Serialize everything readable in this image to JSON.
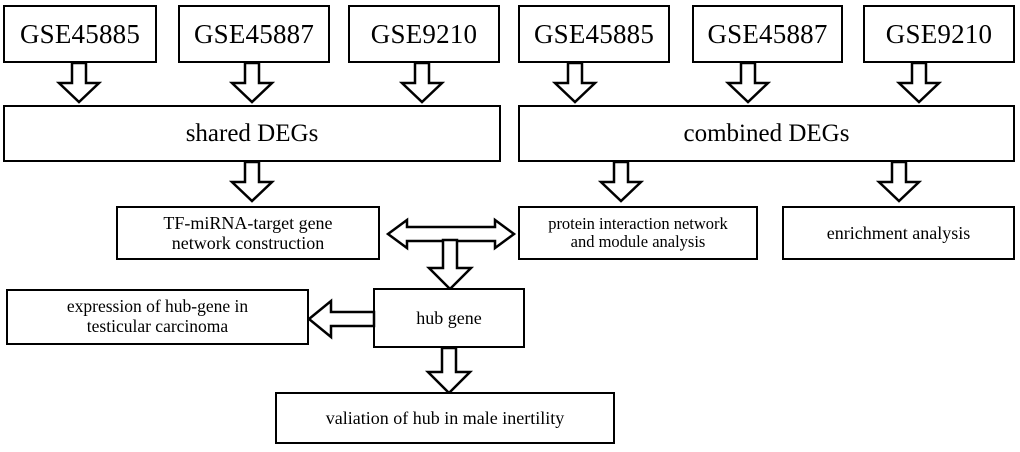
{
  "diagram": {
    "title": "Study workflow flowchart",
    "background_color": "#ffffff",
    "line_color": "#000000",
    "row1_datasets_left": [
      {
        "label": "GSE45885"
      },
      {
        "label": "GSE45887"
      },
      {
        "label": "GSE9210"
      }
    ],
    "row1_datasets_right": [
      {
        "label": "GSE45885"
      },
      {
        "label": "GSE45887"
      },
      {
        "label": "GSE9210"
      }
    ],
    "row2": {
      "shared": "shared DEGs",
      "combined": "combined DEGs"
    },
    "row3": {
      "tf_mirna": "TF-miRNA-target gene\nnetwork construction",
      "ppi": "protein interaction network\nand module analysis",
      "enrichment": "enrichment  analysis"
    },
    "row4": {
      "expression": "expression of hub-gene in\ntesticular carcinoma",
      "hub_gene": "hub gene"
    },
    "row5": {
      "validation": "valiation of hub in male inertility"
    },
    "connectors": [
      {
        "name": "gse45885-left-to-shared-degs",
        "type": "block-arrow-down"
      },
      {
        "name": "gse45887-left-to-shared-degs",
        "type": "block-arrow-down"
      },
      {
        "name": "gse9210-left-to-shared-degs",
        "type": "block-arrow-down"
      },
      {
        "name": "gse45885-right-to-combined-degs",
        "type": "block-arrow-down"
      },
      {
        "name": "gse45887-right-to-combined-degs",
        "type": "block-arrow-down"
      },
      {
        "name": "gse9210-right-to-combined-degs",
        "type": "block-arrow-down"
      },
      {
        "name": "shared-degs-to-tf-mirna",
        "type": "block-arrow-down"
      },
      {
        "name": "combined-degs-to-ppi",
        "type": "block-arrow-down"
      },
      {
        "name": "combined-degs-to-enrichment",
        "type": "block-arrow-down"
      },
      {
        "name": "tf-mirna-to-ppi-bidirectional",
        "type": "block-arrow-double-horizontal"
      },
      {
        "name": "bidirectional-to-hub-gene",
        "type": "block-arrow-down"
      },
      {
        "name": "hub-gene-to-expression",
        "type": "block-arrow-left"
      },
      {
        "name": "hub-gene-to-validation",
        "type": "block-arrow-down"
      }
    ]
  }
}
